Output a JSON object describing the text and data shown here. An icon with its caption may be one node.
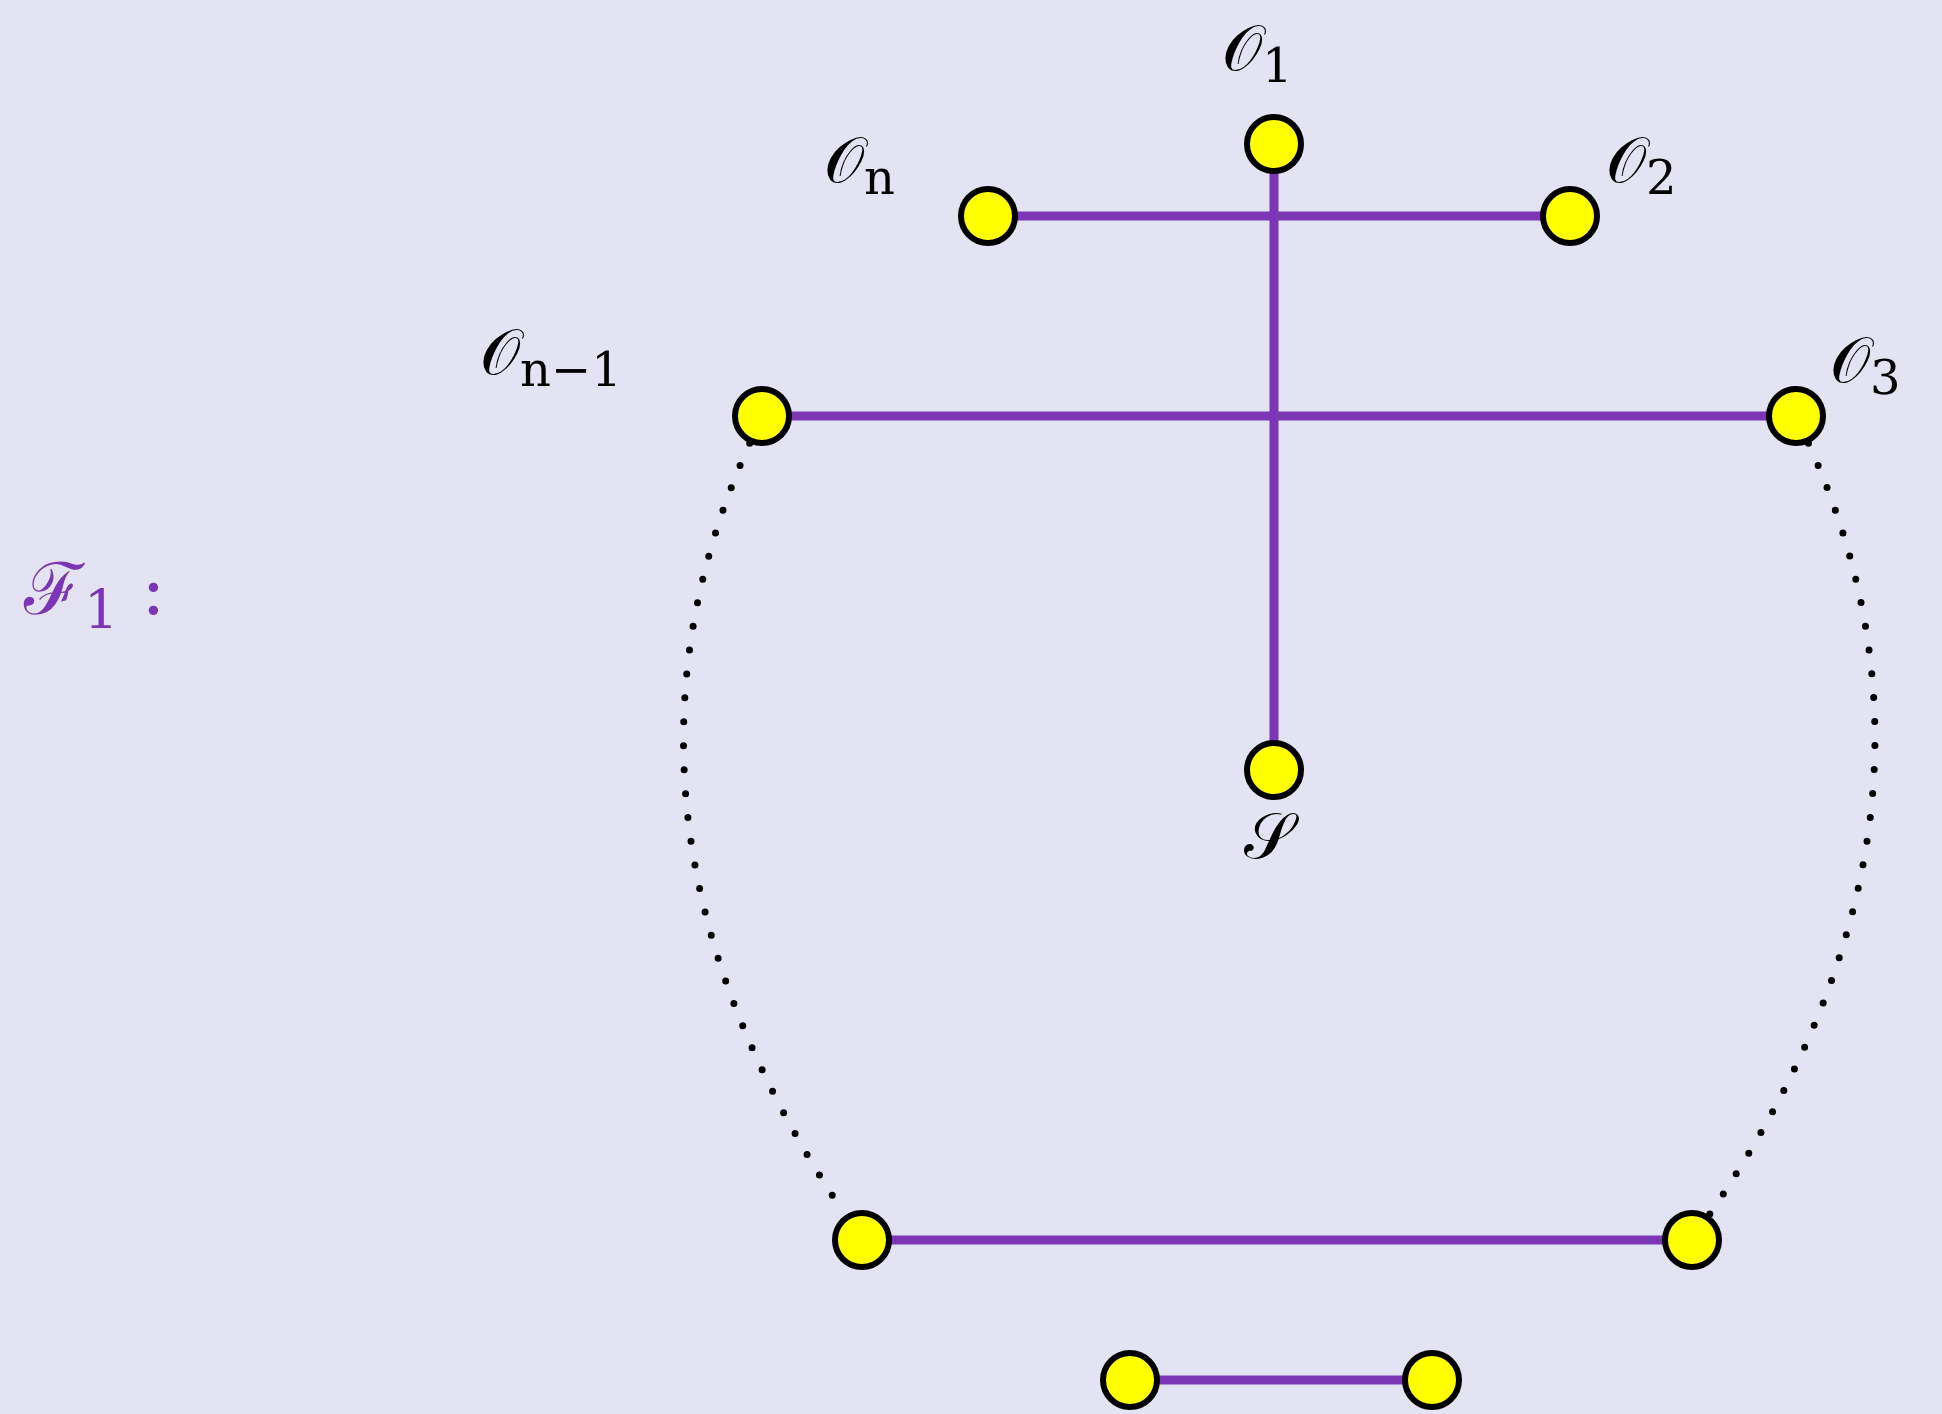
{
  "diagram": {
    "nodes": [
      {
        "text": [],
        "shape": "circle",
        "beside": [
          "𝒪$_{1}$"
        ]
      },
      {
        "text": [],
        "shape": "circle",
        "beside": [
          "𝒪$_{n}$"
        ]
      },
      {
        "text": [],
        "shape": "circle",
        "beside": [
          "𝒪$_{2}$"
        ]
      },
      {
        "text": [],
        "shape": "circle",
        "beside": [
          "𝒪$_{n−1}$"
        ]
      },
      {
        "text": [],
        "shape": "circle",
        "beside": [
          "𝒪$_{3}$"
        ]
      },
      {
        "text": [],
        "shape": "circle",
        "beside": [
          "𝒮"
        ]
      },
      {
        "text": [],
        "shape": "circle"
      },
      {
        "text": [],
        "shape": "circle"
      },
      {
        "text": [],
        "shape": "circle"
      },
      {
        "text": [],
        "shape": "circle"
      }
    ],
    "edges": [
      {
        "from": 0,
        "to": 5,
        "arrow": "none"
      },
      {
        "from": 1,
        "to": 2,
        "arrow": "none"
      },
      {
        "from": 3,
        "to": 4,
        "arrow": "none"
      },
      {
        "from": 6,
        "to": 7,
        "arrow": "none"
      },
      {
        "from": 8,
        "to": 9,
        "arrow": "none"
      },
      {
        "from": 3,
        "to": 6,
        "arrow": "none",
        "style": "dashed",
        "color": "#000000"
      },
      {
        "from": 4,
        "to": 7,
        "arrow": "none",
        "style": "dashed",
        "color": "#000000"
      }
    ],
    "labels": [
      "ℱ$_{1}$ :"
    ]
  }
}
